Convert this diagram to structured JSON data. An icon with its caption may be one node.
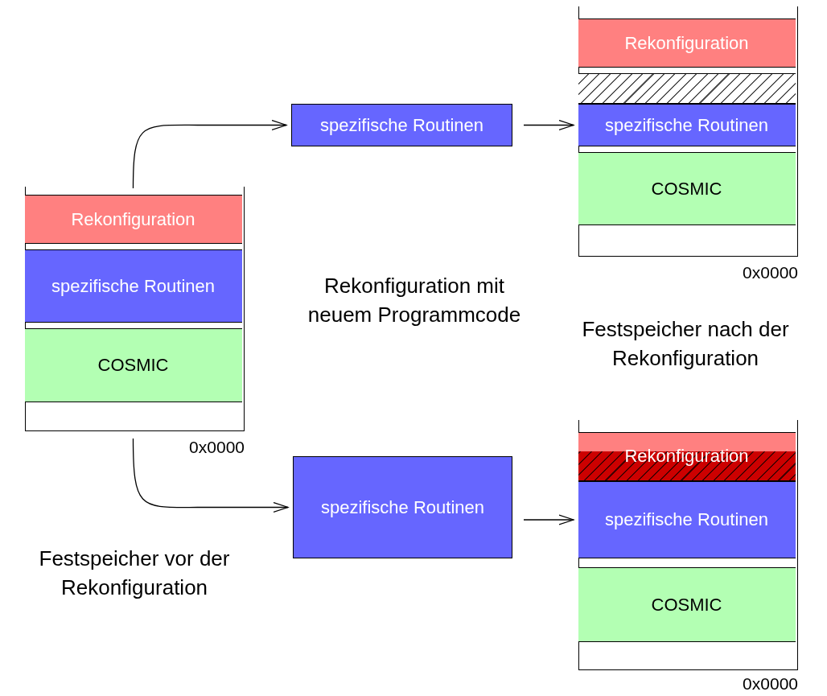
{
  "diagram": {
    "nodes": [
      {
        "text": [],
        "shape": "box",
        "beside": [
          "0x0000"
        ]
      },
      {
        "text": [
          "Rekonfiguration"
        ],
        "in": 0
      },
      {
        "text": [
          "spezifische Routinen"
        ],
        "in": 0
      },
      {
        "text": [
          "COSMIC"
        ],
        "in": 0
      },
      {
        "text": [
          "spezifische Routinen"
        ]
      },
      {
        "text": [],
        "shape": "box",
        "beside": [
          "0x0000"
        ]
      },
      {
        "text": [
          "Rekonfiguration"
        ],
        "in": 5
      },
      {
        "text": [],
        "shape": "bar",
        "in": 5
      },
      {
        "text": [
          "spezifische Routinen"
        ],
        "in": 5
      },
      {
        "text": [
          "COSMIC"
        ],
        "in": 5
      },
      {
        "text": [
          "spezifische Routinen"
        ]
      },
      {
        "text": [],
        "shape": "box",
        "beside": [
          "0x0000"
        ]
      },
      {
        "text": [
          "Rekonfiguration"
        ],
        "in": 11
      },
      {
        "text": [
          "spezifische Routinen"
        ],
        "in": 11
      },
      {
        "text": [
          "COSMIC"
        ],
        "in": 11
      }
    ],
    "edges": [
      {
        "from": 0,
        "to": 4,
        "arrow": "to"
      },
      {
        "from": 4,
        "to": 8,
        "arrow": "to"
      },
      {
        "from": 0,
        "to": 10,
        "arrow": "to"
      },
      {
        "from": 10,
        "to": 13,
        "arrow": "to"
      }
    ],
    "labels": [
      "Rekonfiguration mit neuem Programmcode",
      "Festspeicher nach der Rekonfiguration",
      "Festspeicher vor der Rekonfiguration"
    ]
  }
}
